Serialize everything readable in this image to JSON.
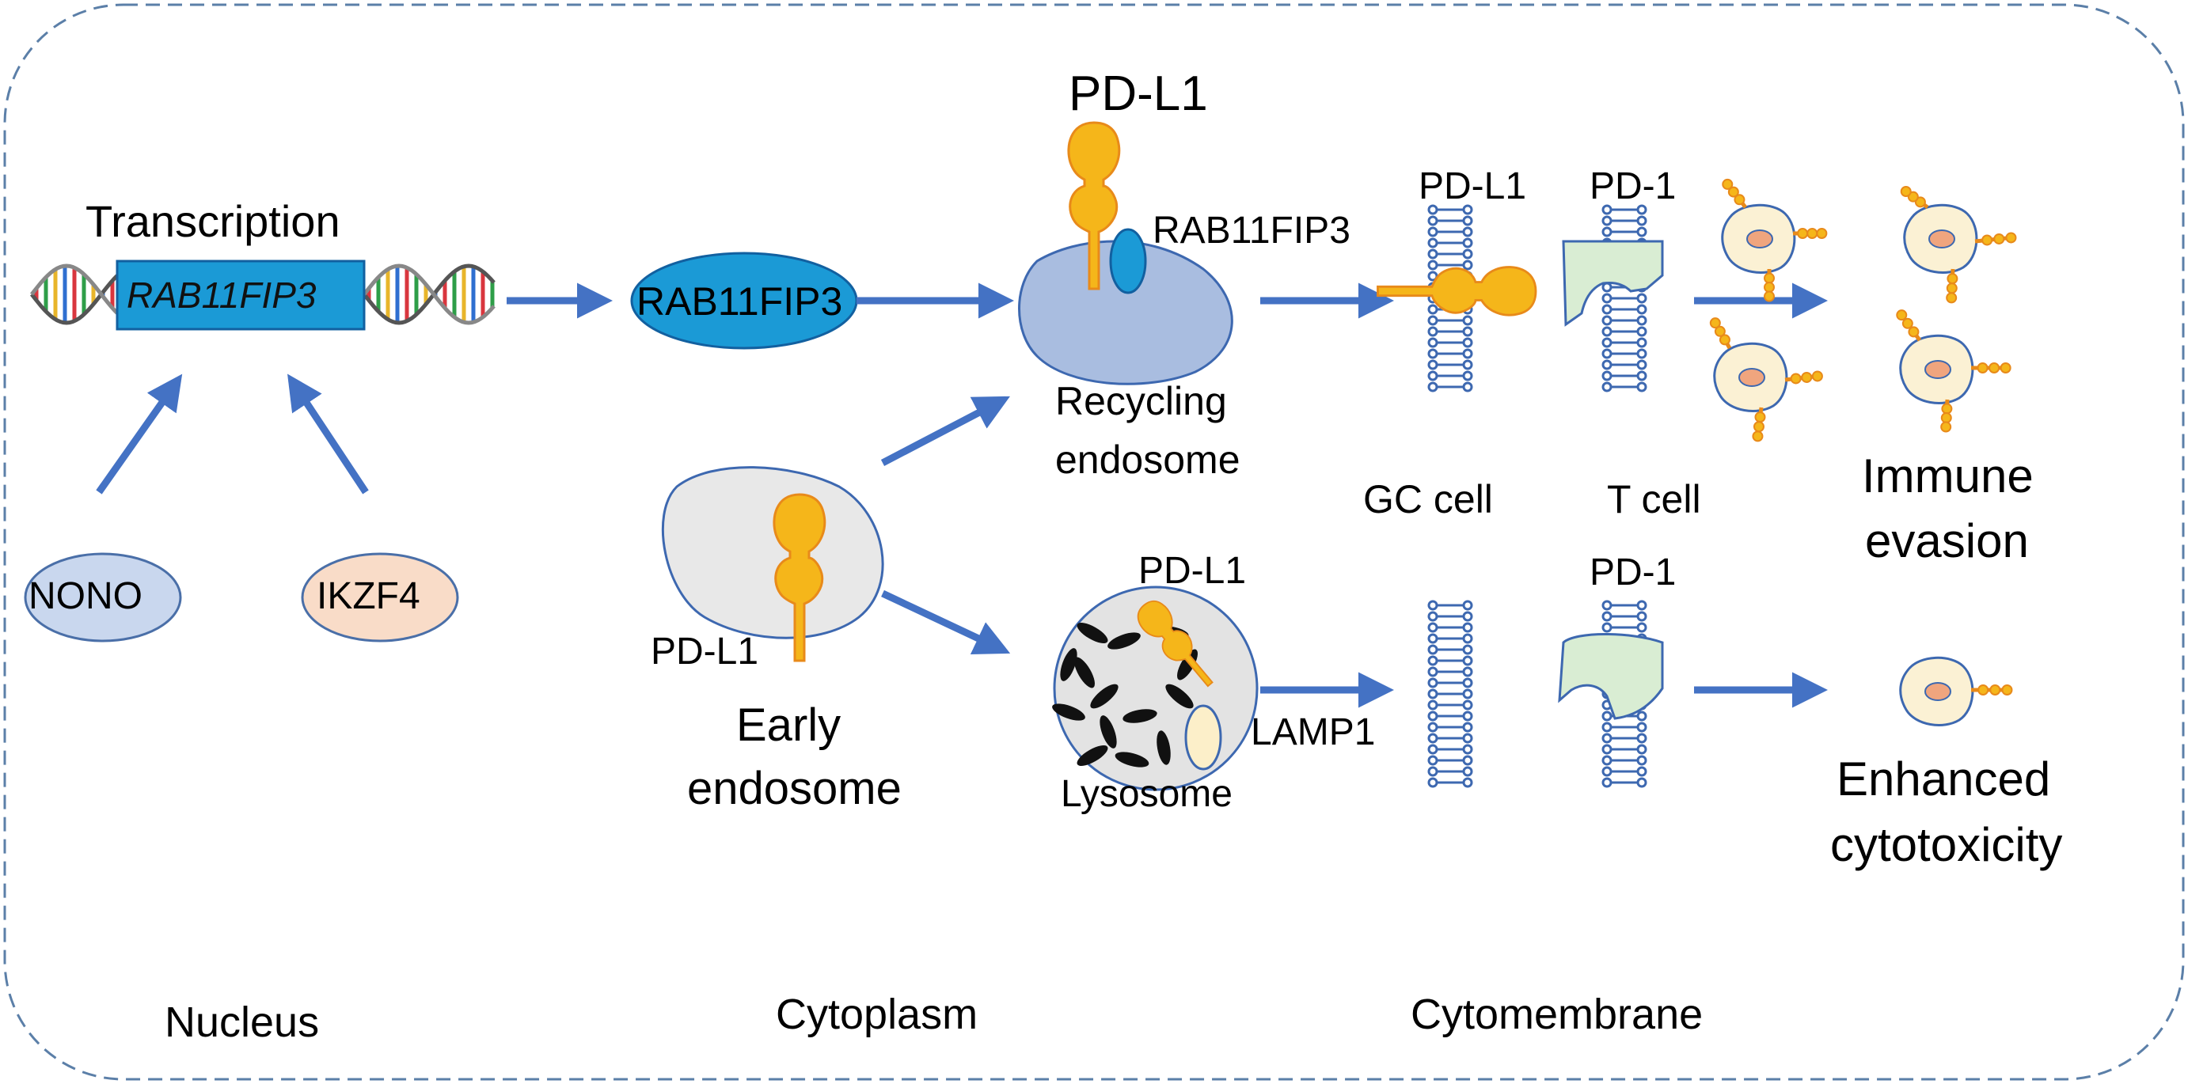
{
  "colors": {
    "arrow": "#4472C4",
    "border": "#5B7FA8",
    "protein": "#F5B61A",
    "protein_edge": "#E88A1A",
    "rab": "#1B9AD6",
    "endosome": "#A9BDE0",
    "early_endosome": "#E8E8E8",
    "nono": "#C9D7EE",
    "ikzf4": "#F9DCC8",
    "lamp1": "#FCEFC9",
    "tcell": "#D9EDD3",
    "membrane": "#3D68B0",
    "cell_body": "#FBF1D4",
    "cell_nucleus": "#F0A57E"
  },
  "nucleus": {
    "transcription_label": "Transcription",
    "gene_label": "RAB11FIP3",
    "factors": [
      "NONO",
      "IKZF4"
    ],
    "compartment_label": "Nucleus"
  },
  "cytoplasm": {
    "rab_label": "RAB11FIP3",
    "recycling": {
      "pdl1_label": "PD-L1",
      "rab_label": "RAB11FIP3",
      "name_line1": "Recycling",
      "name_line2": "endosome"
    },
    "early": {
      "pdl1_label": "PD-L1",
      "name_line1": "Early",
      "name_line2": "endosome"
    },
    "lysosome": {
      "pdl1_label": "PD-L1",
      "name": "Lysosome",
      "lamp1_label": "LAMP1"
    },
    "compartment_label": "Cytoplasm"
  },
  "cytomembrane": {
    "top": {
      "pdl1_label": "PD-L1",
      "pd1_label": "PD-1"
    },
    "gc_cell_label": "GC cell",
    "t_cell_label": "T cell",
    "bottom": {
      "pd1_label": "PD-1"
    },
    "compartment_label": "Cytomembrane"
  },
  "outcomes": {
    "top_line1": "Immune",
    "top_line2": "evasion",
    "bottom_line1": "Enhanced",
    "bottom_line2": "cytotoxicity"
  }
}
